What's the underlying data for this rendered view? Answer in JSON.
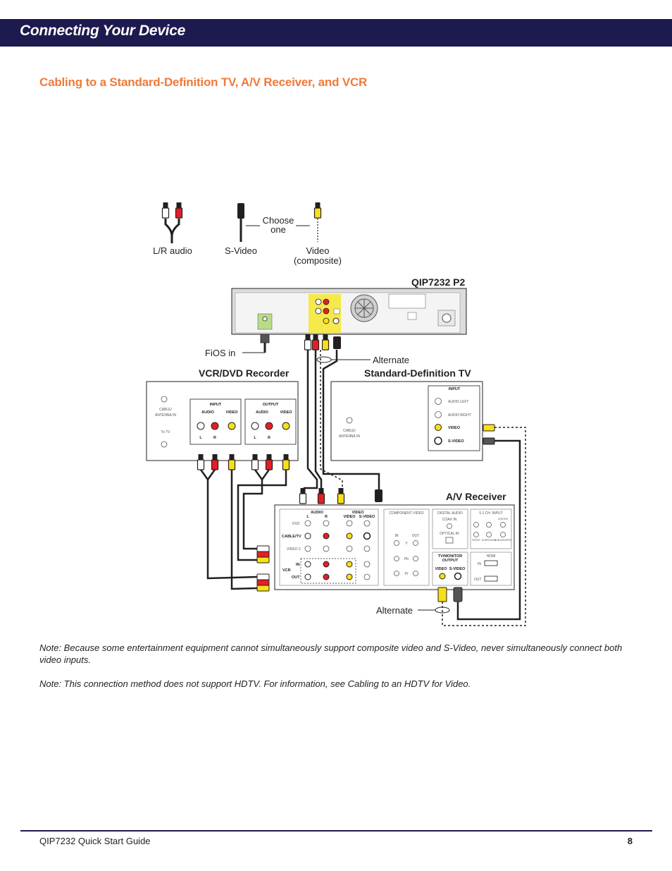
{
  "header": {
    "title": "Connecting Your Device"
  },
  "section": {
    "title": "Cabling to a Standard-Definition TV, A/V Receiver, and VCR"
  },
  "legend": {
    "lr_audio": "L/R audio",
    "svideo": "S-Video",
    "video_line1": "Video",
    "video_line2": "(composite)",
    "choose_line1": "Choose",
    "choose_line2": "one"
  },
  "devices": {
    "settop": "QIP7232 P2",
    "fios_in": "FiOS in",
    "alternate_top": "Alternate",
    "vcr": "VCR/DVD Recorder",
    "tv": "Standard-Definition TV",
    "receiver": "A/V Receiver",
    "alternate_bottom": "Alternate"
  },
  "vcr_panel": {
    "cable_line1": "CABLE/",
    "cable_line2": "ANTENNA IN",
    "to_tv": "To TV",
    "input": "INPUT",
    "output": "OUTPUT",
    "audio": "AUDIO",
    "video": "VIDEO",
    "l": "L",
    "r": "R"
  },
  "tv_panel": {
    "cable_line1": "CABLE/",
    "cable_line2": "ANTENNA IN",
    "input": "INPUT",
    "audio_left": "AUDIO LEFT",
    "audio_right": "AUDIO RIGHT",
    "video": "VIDEO",
    "svideo": "S-VIDEO"
  },
  "receiver_panel": {
    "audio": "AUDIO",
    "video": "VIDEO",
    "l": "L",
    "r": "R",
    "video_sub": "VIDEO",
    "svideo_sub": "S-VIDEO",
    "dvd": "DVD",
    "cable_tv": "CABLE/TV",
    "video2": "VIDEO 2",
    "vcr": "VCR",
    "in": "IN",
    "out": "OUT",
    "component_video": "COMPONENT VIDEO",
    "comp_in": "IN",
    "comp_out": "OUT",
    "y": "Y",
    "pb": "Pb",
    "pr": "Pr",
    "digital_audio": "DIGITAL AUDIO",
    "coax_in": "COAX IN",
    "optical_in": "OPTICAL IN",
    "tv_monitor_line1": "TV/MONITOR",
    "tv_monitor_line2": "OUTPUT",
    "mon_video": "VIDEO",
    "mon_svideo": "S-VIDEO",
    "ch51_input": "5.1 CH. INPUT",
    "center": "CENTER",
    "front": "FRONT",
    "surround": "SURROUND",
    "subwoofer": "SUB-WOOFER",
    "hdmi": "HDMI",
    "hdmi_in": "IN",
    "hdmi_out": "OUT"
  },
  "notes": {
    "note1": "Note: Because some entertainment equipment cannot simultaneously support composite video and S-Video, never simultaneously connect both video inputs.",
    "note2": "Note: This connection method does not support HDTV. For information, see Cabling to an HDTV for Video."
  },
  "footer": {
    "guide": "QIP7232 Quick Start Guide",
    "page": "8"
  },
  "colors": {
    "header_bg": "#1c1a4f",
    "section_title": "#f07a3a",
    "audio_white": "#ffffff",
    "audio_red": "#e21f26",
    "video_yellow": "#f7e017",
    "settop_yellow": "#f5e94b",
    "antenna_green": "#b9dc8a"
  }
}
